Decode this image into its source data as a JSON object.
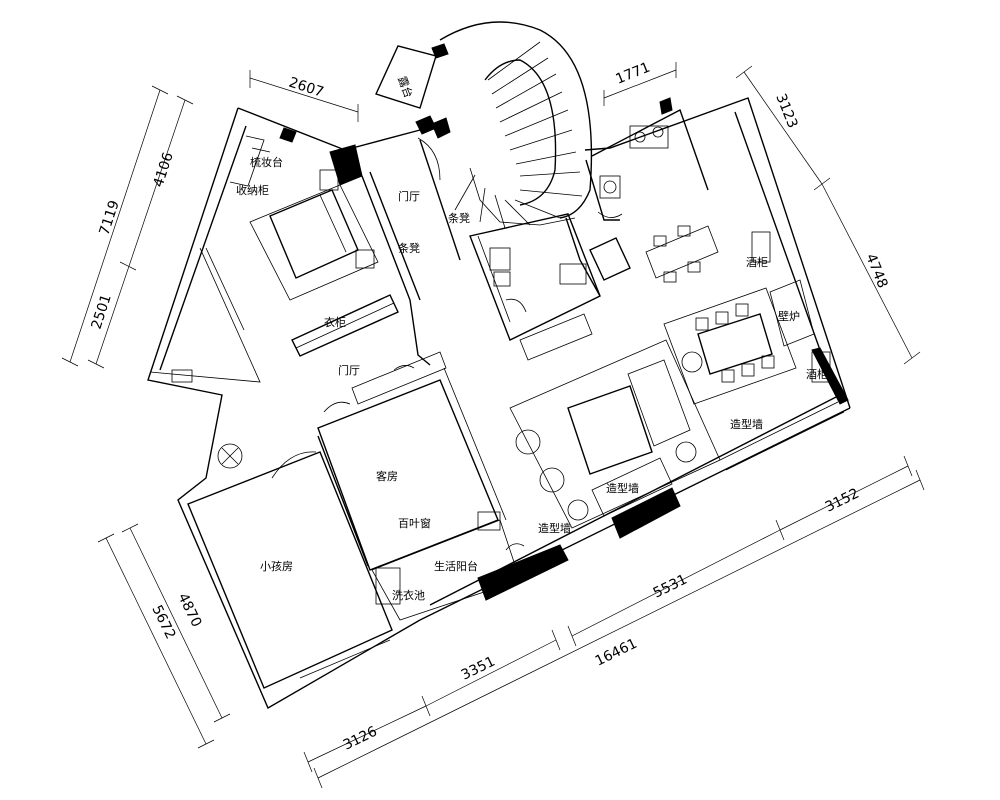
{
  "rooms": {
    "dresser": "梳妆台",
    "storage_cabinet": "收纳柜",
    "entrance_hall_top": "门厅",
    "bench_top": "条凳",
    "bench_left": "条凳",
    "wardrobe": "衣柜",
    "entrance_hall_mid": "门厅",
    "guest_room": "客房",
    "blinds": "百叶窗",
    "kids_room": "小孩房",
    "utility_balcony": "生活阳台",
    "laundry_sink": "洗衣池",
    "wine_cabinet_top": "酒柜",
    "fireplace": "壁炉",
    "wine_cabinet_bottom": "酒柜",
    "feature_wall_right": "造型墙",
    "feature_wall_center": "造型墙",
    "feature_wall_left": "造型墙",
    "balcony_box": "露台"
  },
  "dimensions": {
    "d2607": "2607",
    "d1771": "1771",
    "d3123": "3123",
    "d4748": "4748",
    "d7119": "7119",
    "d4106": "4106",
    "d2501": "2501",
    "d3152": "3152",
    "d5531": "5531",
    "d16461": "16461",
    "d3351": "3351",
    "d3126": "3126",
    "d4870": "4870",
    "d5672": "5672"
  }
}
